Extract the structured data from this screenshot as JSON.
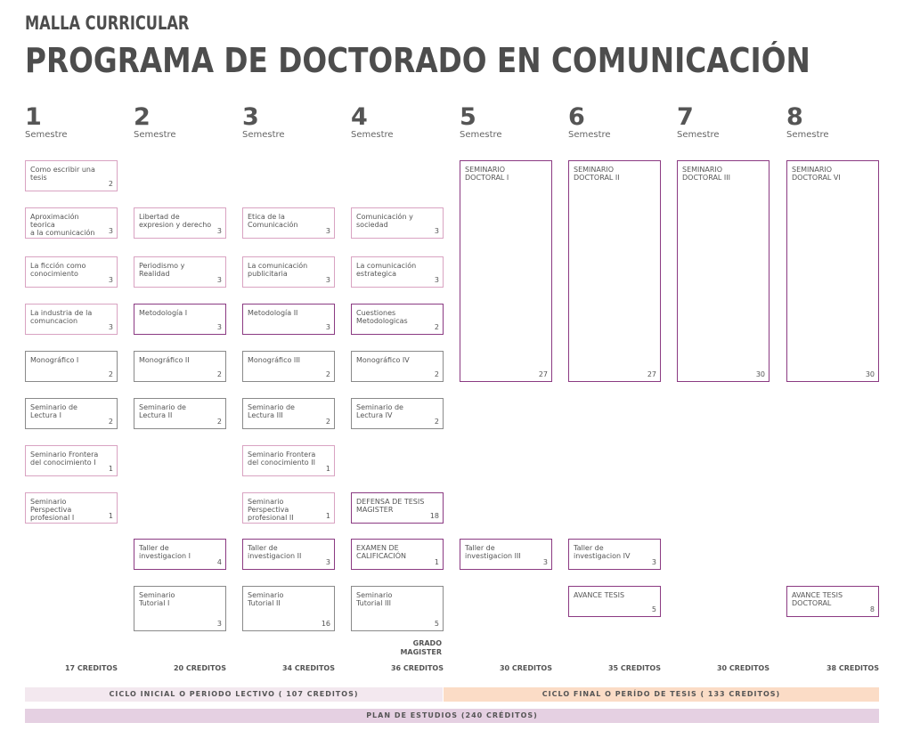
{
  "header": {
    "subtitle": "MALLA CURRICULAR",
    "title": "PROGRAMA DE DOCTORADO EN COMUNICACIÓN"
  },
  "semesters": [
    {
      "number": "1",
      "label": "Semestre"
    },
    {
      "number": "2",
      "label": "Semestre"
    },
    {
      "number": "3",
      "label": "Semestre"
    },
    {
      "number": "4",
      "label": "Semestre"
    },
    {
      "number": "5",
      "label": "Semestre"
    },
    {
      "number": "6",
      "label": "Semestre"
    },
    {
      "number": "7",
      "label": "Semestre"
    },
    {
      "number": "8",
      "label": "Semestre"
    }
  ],
  "courses": [
    {
      "semester": 1,
      "name": "Como escribir una tesis",
      "credits": "2",
      "type": "pink"
    },
    {
      "semester": 1,
      "name": "Aproximación teorica\na la comunicación",
      "credits": "3",
      "type": "pink"
    },
    {
      "semester": 1,
      "name": "La ficción como\nconocimiento",
      "credits": "3",
      "type": "pink"
    },
    {
      "semester": 1,
      "name": "La industria de la\ncomuncacion",
      "credits": "3",
      "type": "pink"
    },
    {
      "semester": 1,
      "name": "Monográfico I",
      "credits": "2",
      "type": "gray"
    },
    {
      "semester": 1,
      "name": "Seminario de\nLectura I",
      "credits": "2",
      "type": "gray"
    },
    {
      "semester": 1,
      "name": "Seminario Frontera\ndel conocimiento I",
      "credits": "1",
      "type": "pink"
    },
    {
      "semester": 1,
      "name": "Seminario\nPerspectiva\nprofesional I",
      "credits": "1",
      "type": "pink"
    },
    {
      "semester": 2,
      "name": "Libertad de\nexpresion y derecho",
      "credits": "3",
      "type": "pink"
    },
    {
      "semester": 2,
      "name": "Periodismo y\nRealidad",
      "credits": "3",
      "type": "pink"
    },
    {
      "semester": 2,
      "name": "Metodología I",
      "credits": "3",
      "type": "purple"
    },
    {
      "semester": 2,
      "name": "Monográfico II",
      "credits": "2",
      "type": "gray"
    },
    {
      "semester": 2,
      "name": "Seminario de\nLectura II",
      "credits": "2",
      "type": "gray"
    },
    {
      "semester": 2,
      "name": "Taller de\ninvestigacion I",
      "credits": "4",
      "type": "purple"
    },
    {
      "semester": 2,
      "name": "Seminario\nTutorial I",
      "credits": "3",
      "type": "gray"
    },
    {
      "semester": 3,
      "name": "Etica de la\nComunicación",
      "credits": "3",
      "type": "pink"
    },
    {
      "semester": 3,
      "name": "La comunicación\npublicitaria",
      "credits": "3",
      "type": "pink"
    },
    {
      "semester": 3,
      "name": "Metodología II",
      "credits": "3",
      "type": "purple"
    },
    {
      "semester": 3,
      "name": "Monográfico III",
      "credits": "2",
      "type": "gray"
    },
    {
      "semester": 3,
      "name": "Seminario de\nLectura III",
      "credits": "2",
      "type": "gray"
    },
    {
      "semester": 3,
      "name": "Seminario Frontera\ndel conocimiento II",
      "credits": "1",
      "type": "pink"
    },
    {
      "semester": 3,
      "name": "Seminario\nPerspectiva\nprofesional II",
      "credits": "1",
      "type": "pink"
    },
    {
      "semester": 3,
      "name": "Taller de\ninvestigacion II",
      "credits": "3",
      "type": "purple"
    },
    {
      "semester": 3,
      "name": "Seminario\nTutorial  II",
      "credits": "16",
      "type": "gray"
    },
    {
      "semester": 4,
      "name": "Comunicación y\nsociedad",
      "credits": "3",
      "type": "pink"
    },
    {
      "semester": 4,
      "name": "La comunicación\nestrategica",
      "credits": "3",
      "type": "pink"
    },
    {
      "semester": 4,
      "name": "Cuestiones\nMetodologicas",
      "credits": "2",
      "type": "purple"
    },
    {
      "semester": 4,
      "name": "Monográfico IV",
      "credits": "2",
      "type": "gray"
    },
    {
      "semester": 4,
      "name": "Seminario de\nLectura IV",
      "credits": "2",
      "type": "gray"
    },
    {
      "semester": 4,
      "name": "DEFENSA DE TESIS\nMAGISTER",
      "credits": "18",
      "type": "purple"
    },
    {
      "semester": 4,
      "name": "EXAMEN DE\nCALIFICACIÓN",
      "credits": "1",
      "type": "purple"
    },
    {
      "semester": 4,
      "name": "Seminario\nTutorial  III",
      "credits": "5",
      "type": "gray"
    },
    {
      "semester": 5,
      "name": "SEMINARIO\nDOCTORAL  I",
      "credits": "27",
      "type": "purple"
    },
    {
      "semester": 5,
      "name": "Taller de\ninvestigacion III",
      "credits": "3",
      "type": "purple"
    },
    {
      "semester": 6,
      "name": "SEMINARIO\nDOCTORAL  II",
      "credits": "27",
      "type": "purple"
    },
    {
      "semester": 6,
      "name": "Taller de\ninvestigacion IV",
      "credits": "3",
      "type": "purple"
    },
    {
      "semester": 6,
      "name": "AVANCE TESIS",
      "credits": "5",
      "type": "purple"
    },
    {
      "semester": 7,
      "name": "SEMINARIO\nDOCTORAL  III",
      "credits": "30",
      "type": "purple"
    },
    {
      "semester": 8,
      "name": "SEMINARIO\nDOCTORAL  VI",
      "credits": "30",
      "type": "purple"
    },
    {
      "semester": 8,
      "name": "AVANCE TESIS\nDOCTORAL",
      "credits": "8",
      "type": "purple"
    }
  ],
  "grado_magister": "GRADO\nMAGISTER",
  "semester_credits": [
    "17 CREDITOS",
    "20 CREDITOS",
    "34 CREDITOS",
    "36 CREDITOS",
    "30 CREDITOS",
    "35 CREDITOS",
    "30 CREDITOS",
    "38 CREDITOS"
  ],
  "cycles": {
    "initial": "CICLO INICIAL O PERIODO LECTIVO  ( 107 CREDITOS)",
    "final": "CICLO FINAL O PERÍDO DE TESIS  ( 133 CREDITOS)",
    "plan": "PLAN DE ESTUDIOS (240 CRÉDITOS)"
  },
  "colors": {
    "pink": "#d9a3c2",
    "purple": "#8b3a82",
    "gray": "#8a8a8a",
    "initial_bar": "#f3e8ef",
    "final_bar": "#fbdcc6",
    "plan_bar": "#e5d0e2"
  }
}
